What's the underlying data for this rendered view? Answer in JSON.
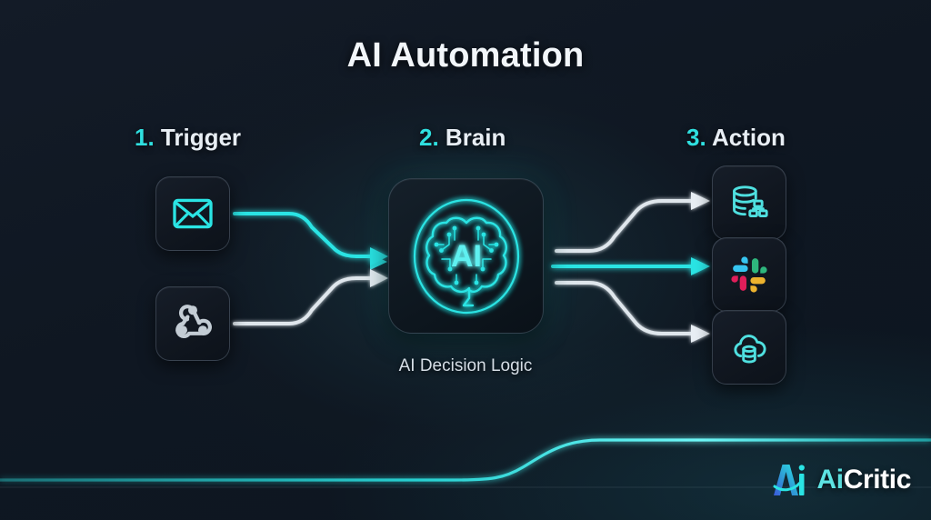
{
  "header": {
    "title": "AI Automation"
  },
  "columns": [
    {
      "id": "trigger",
      "number": "1.",
      "label": "Trigger",
      "number_color": "#2fe0e0"
    },
    {
      "id": "brain",
      "number": "2.",
      "label": "Brain",
      "number_color": "#2fe0e0"
    },
    {
      "id": "action",
      "number": "3.",
      "label": "Action",
      "number_color": "#2fe0e0"
    }
  ],
  "triggers": [
    {
      "id": "email",
      "icon": "envelope-icon",
      "color": "#2fe0e0"
    },
    {
      "id": "webhook",
      "icon": "webhook-icon",
      "color": "#c3ccd4"
    }
  ],
  "brain": {
    "icon": "brain-circuit-icon",
    "badge_text": "AI",
    "caption": "AI Decision Logic",
    "glow_color": "#2ae4e4"
  },
  "actions": [
    {
      "id": "database",
      "icon": "database-nodes-icon",
      "color": "#4fe0e0"
    },
    {
      "id": "slack",
      "icon": "slack-logo-icon",
      "color": "#ffffff"
    },
    {
      "id": "cloud",
      "icon": "cloud-database-icon",
      "color": "#4fe0e0"
    }
  ],
  "connectors": {
    "inputs": [
      {
        "id": "email-to-brain",
        "style": "cyan"
      },
      {
        "id": "middle-to-brain",
        "style": "cyan-faded"
      },
      {
        "id": "webhook-to-brain",
        "style": "white"
      }
    ],
    "outputs": [
      {
        "id": "brain-to-database",
        "style": "white"
      },
      {
        "id": "brain-to-slack",
        "style": "cyan"
      },
      {
        "id": "brain-to-cloud",
        "style": "white"
      }
    ]
  },
  "slack_colors": {
    "blue": "#36c5f0",
    "green": "#2eb67d",
    "red": "#e01e5a",
    "yellow": "#ecb22e"
  },
  "footer": {
    "brand_ai": "Ai",
    "brand_critic": "Critic",
    "mark_text": "Ai",
    "accent": "#2ae4e4"
  }
}
